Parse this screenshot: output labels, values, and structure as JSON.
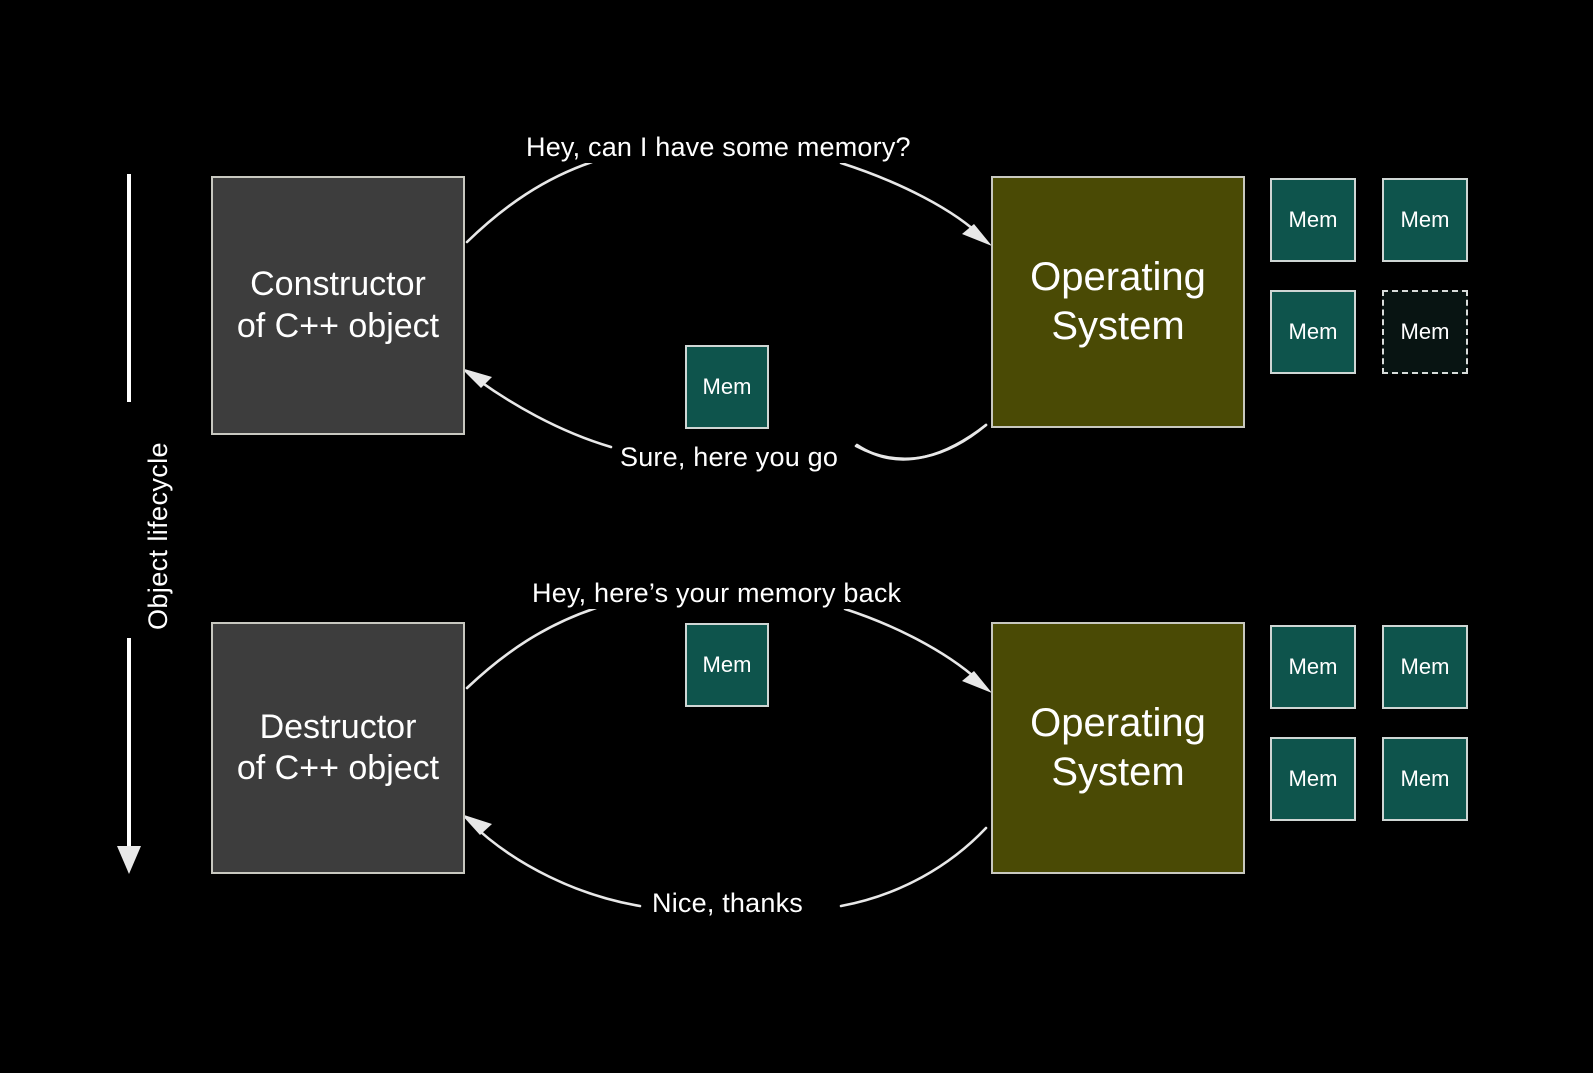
{
  "slide": {
    "background_color": "#000000",
    "axis": {
      "label": "Object lifecycle",
      "direction": "downward"
    },
    "colors": {
      "object_box": "#3d3d3d",
      "os_box": "#4a4a05",
      "memory_block": "#0e544c",
      "memory_block_empty": "#081412",
      "border": "#c8c8c0",
      "text": "#ffffff",
      "arrow": "#e8e8e8"
    },
    "phases": [
      {
        "id": "construction",
        "actor_label_line1": "Constructor",
        "actor_label_line2": "of C++ object",
        "os_label_line1": "Operating",
        "os_label_line2": "System",
        "request_message": "Hey, can I have some memory?",
        "response_message": "Sure, here you go",
        "transit_block_label": "Mem",
        "os_memory_blocks": [
          {
            "label": "Mem",
            "state": "filled"
          },
          {
            "label": "Mem",
            "state": "filled"
          },
          {
            "label": "Mem",
            "state": "filled"
          },
          {
            "label": "Mem",
            "state": "empty"
          }
        ]
      },
      {
        "id": "destruction",
        "actor_label_line1": "Destructor",
        "actor_label_line2": "of C++ object",
        "os_label_line1": "Operating",
        "os_label_line2": "System",
        "request_message": "Hey, here’s your memory back",
        "response_message": "Nice, thanks",
        "transit_block_label": "Mem",
        "os_memory_blocks": [
          {
            "label": "Mem",
            "state": "filled"
          },
          {
            "label": "Mem",
            "state": "filled"
          },
          {
            "label": "Mem",
            "state": "filled"
          },
          {
            "label": "Mem",
            "state": "filled"
          }
        ]
      }
    ]
  }
}
